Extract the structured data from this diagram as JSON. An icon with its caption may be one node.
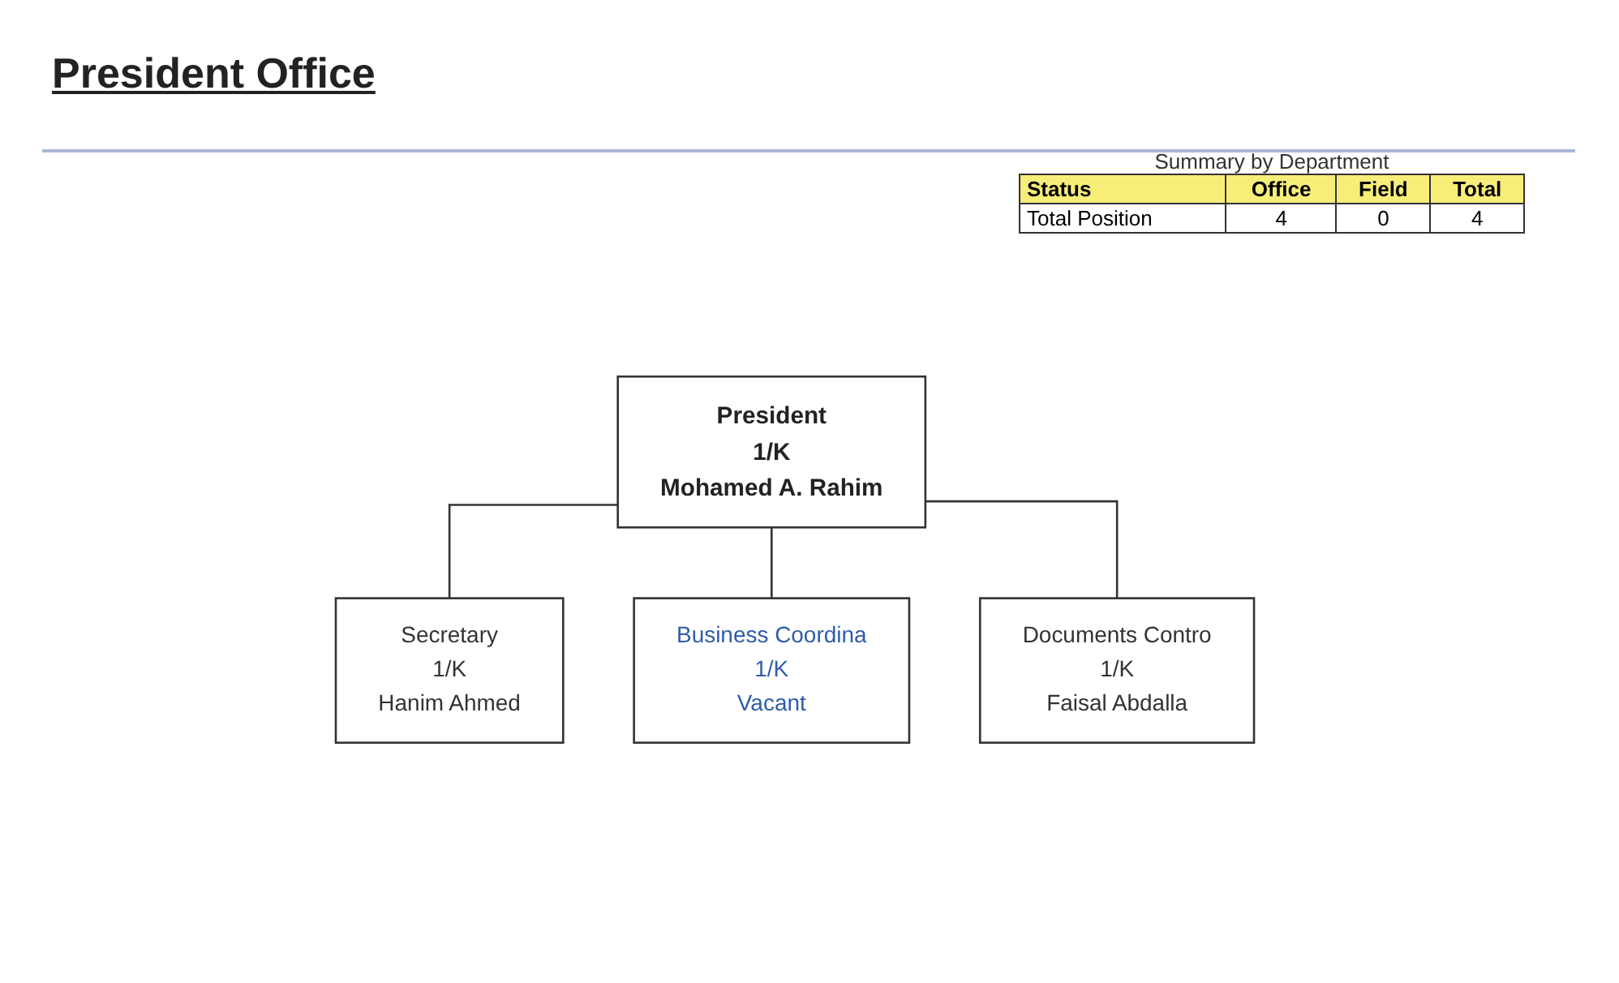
{
  "diagram": {
    "title": "President Office",
    "nodes": [
      {
        "text": [
          "President",
          "1/K",
          "Mohamed A. Rahim"
        ]
      },
      {
        "text": [
          "Secretary",
          "1/K",
          "Hanim Ahmed"
        ]
      },
      {
        "text": [
          "Business Coordina",
          "1/K",
          "Vacant"
        ]
      },
      {
        "text": [
          "Documents Contro",
          "1/K",
          "Faisal Abdalla"
        ]
      }
    ],
    "edges": [
      {
        "from": 0,
        "to": 1,
        "arrow": "none"
      },
      {
        "from": 0,
        "to": 2,
        "arrow": "none"
      },
      {
        "from": 0,
        "to": 3,
        "arrow": "none"
      }
    ],
    "labels": [
      "Summary by Department",
      "Status",
      "Office",
      "Field",
      "Total",
      "Total Position",
      "4",
      "0",
      "4"
    ]
  }
}
